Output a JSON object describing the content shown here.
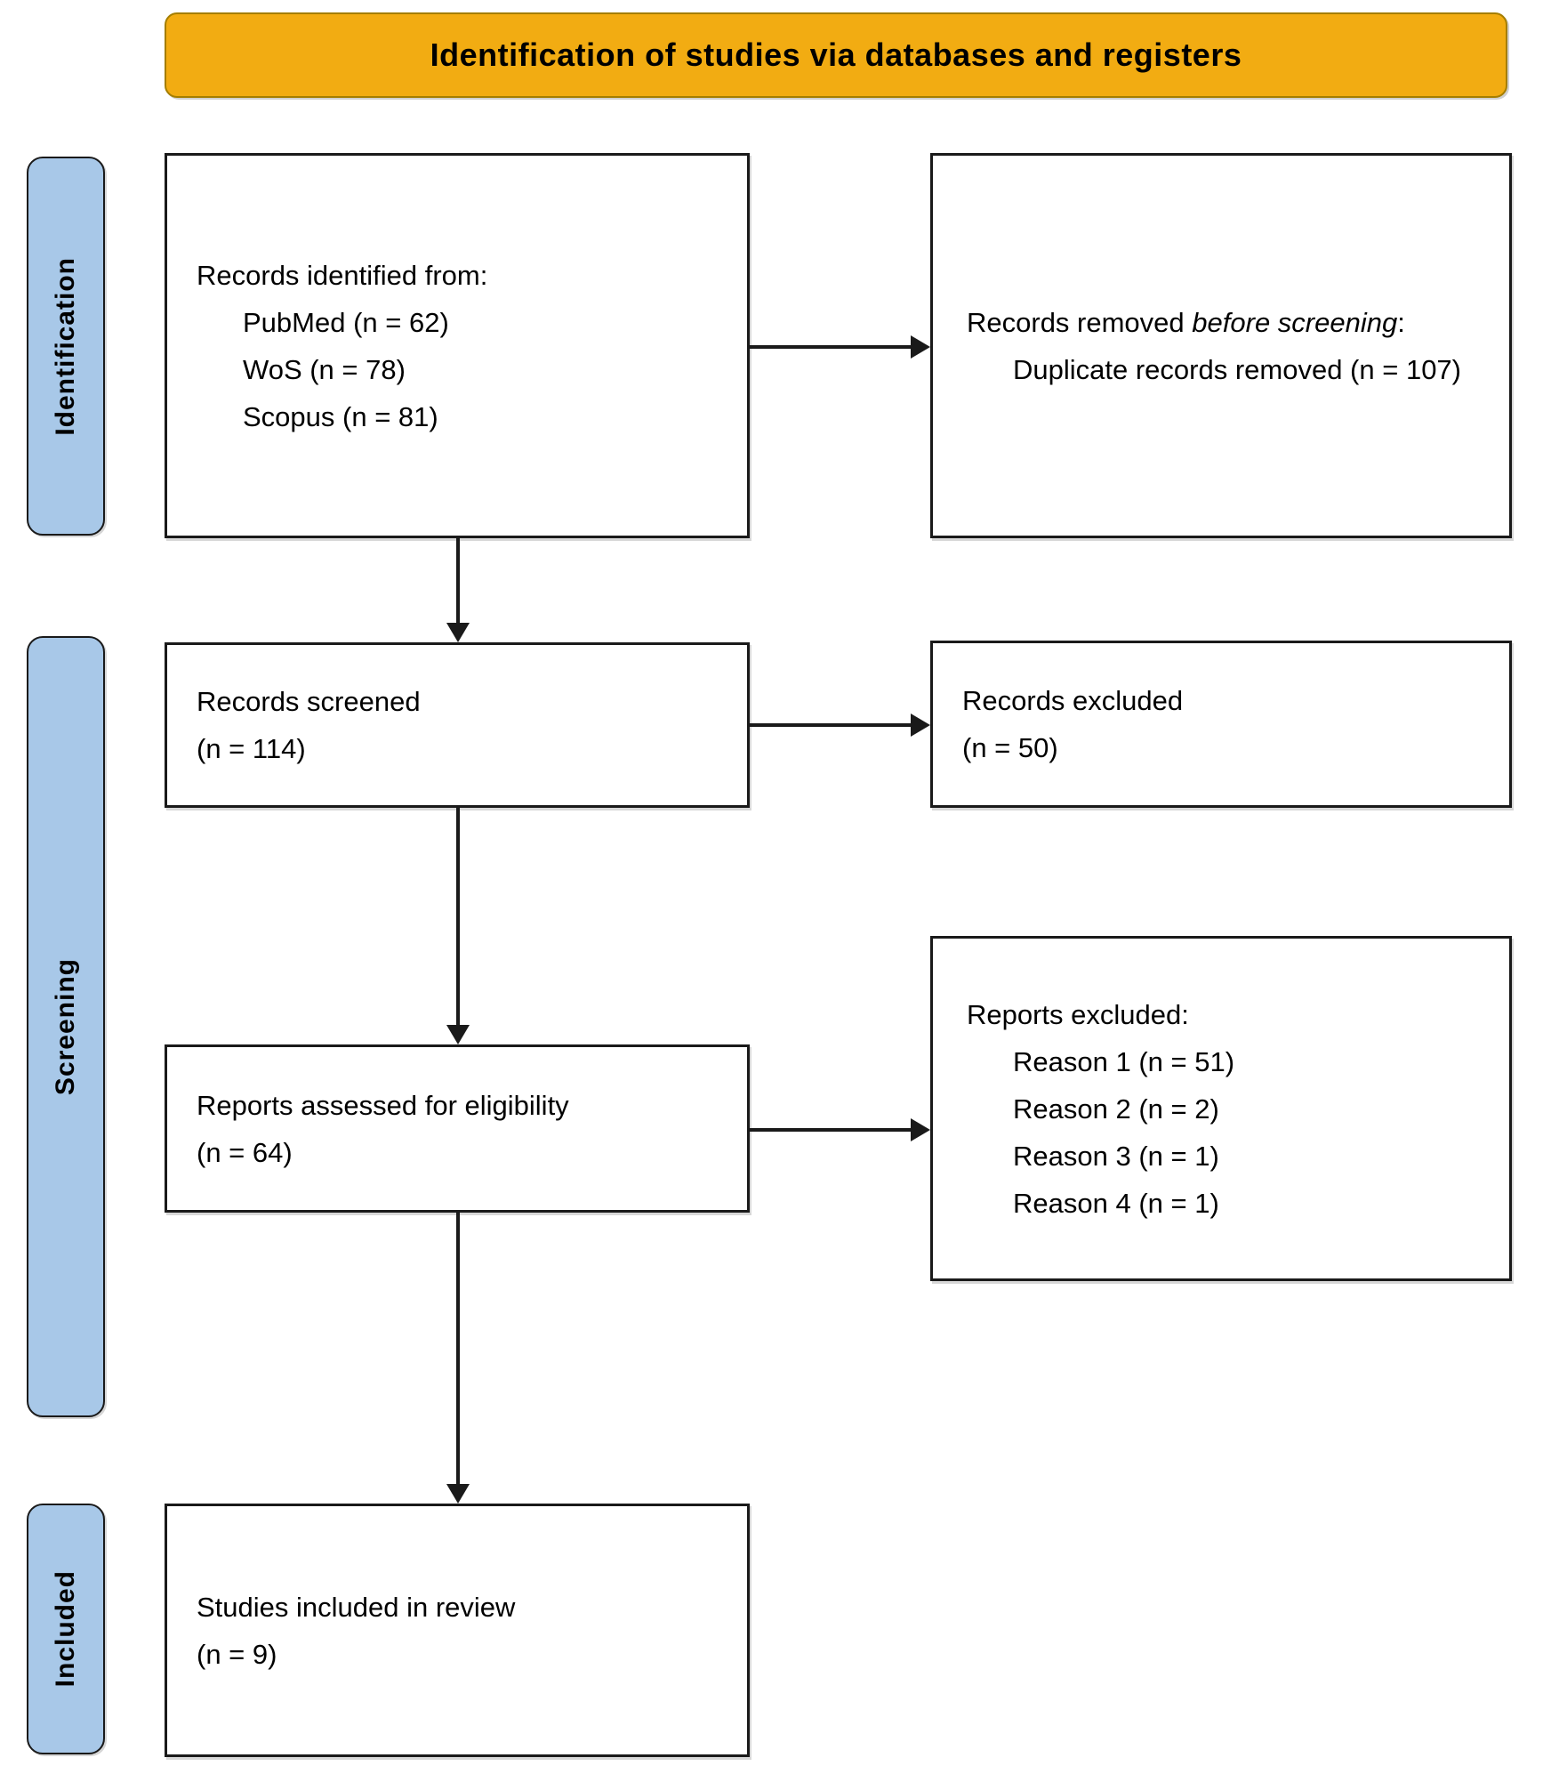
{
  "banner": {
    "label": "Identification of studies via databases and registers"
  },
  "sidebar": {
    "identification": "Identification",
    "screening": "Screening",
    "included": "Included"
  },
  "boxes": {
    "records_identified": {
      "heading": "Records identified from:",
      "items": [
        "PubMed (n = 62)",
        "WoS (n = 78)",
        "Scopus (n = 81)"
      ]
    },
    "records_removed": {
      "text_before": "Records removed ",
      "text_italic": "before screening",
      "text_after": ":",
      "items": [
        "Duplicate records removed (n = 107)"
      ]
    },
    "records_screened": {
      "line1": "Records screened",
      "line2": "(n = 114)"
    },
    "records_excluded": {
      "line1": "Records excluded",
      "line2": "(n = 50)"
    },
    "reports_assessed": {
      "line1": "Reports assessed for eligibility",
      "line2": "(n = 64)"
    },
    "reports_excluded": {
      "heading": "Reports excluded:",
      "items": [
        "Reason 1 (n = 51)",
        "Reason 2 (n = 2)",
        "Reason 3 (n = 1)",
        "Reason 4 (n = 1)"
      ]
    },
    "studies_included": {
      "line1": "Studies included in review",
      "line2": "(n = 9)"
    }
  },
  "colors": {
    "banner_fill": "#F2AC12",
    "banner_edge": "#A57E00",
    "sidebar_fill": "#A8C8E8",
    "line": "#1A1A1A"
  }
}
